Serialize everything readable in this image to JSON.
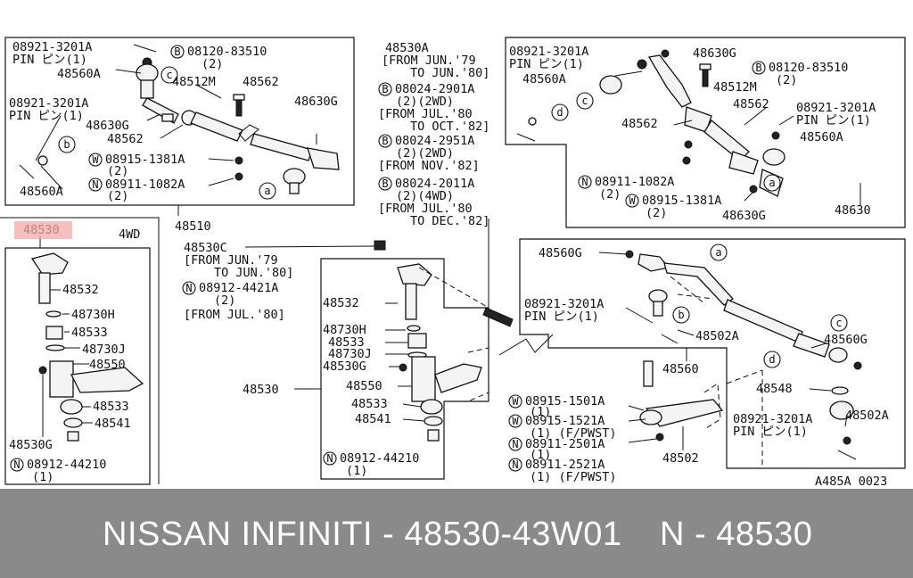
{
  "footer": {
    "left": "NISSAN INFINITI - 48530-43W01",
    "right": "N - 48530"
  },
  "highlight_part": "48530",
  "figure_code": "A485A 0023",
  "labels": {
    "tl_1": "08921-3201A",
    "tl_2": "PIN ピン(1)",
    "tl_3": "48560A",
    "tl_4": "08120-83510",
    "tl_5": "(2)",
    "tl_6": "48512M",
    "tl_7": "48562",
    "tl_8": "48630G",
    "tl_9": "08921-3201A",
    "tl_10": "PIN ピン(1)",
    "tl_11": "48630G",
    "tl_12": "48562",
    "tl_13": "08915-1381A",
    "tl_14": "(2)",
    "tl_15": "48560A",
    "tl_16": "08911-1082A",
    "tl_17": "(2)",
    "tl_box": "48510",
    "mid_1": "48530A",
    "mid_2": "[FROM JUN.'79",
    "mid_3": "TO JUN.'80]",
    "mid_4": "08024-2901A",
    "mid_5": "(2)(2WD)",
    "mid_6": "[FROM JUL.'80",
    "mid_7": "TO OCT.'82]",
    "mid_8": "08024-2951A",
    "mid_9": "(2)(2WD)",
    "mid_10": "[FROM NOV.'82]",
    "mid_11": "08024-2011A",
    "mid_12": "(2)(4WD)",
    "mid_13": "[FROM JUL.'80",
    "mid_14": "TO DEC.'82]",
    "mid_15": "48530C",
    "mid_16": "[FROM JUN.'79",
    "mid_17": "TO JUN.'80]",
    "mid_18": "08912-4421A",
    "mid_19": "(2)",
    "mid_20": "[FROM JUL.'80]",
    "tr_1": "08921-3201A",
    "tr_2": "PIN ピン(1)",
    "tr_3": "48560A",
    "tr_4": "48630G",
    "tr_5": "08120-83510",
    "tr_6": "(2)",
    "tr_7": "48512M",
    "tr_8": "48562",
    "tr_9": "48562",
    "tr_10": "08921-3201A",
    "tr_11": "PIN ピン(1)",
    "tr_12": "48560A",
    "tr_13": "08911-1082A",
    "tr_14": "(2)",
    "tr_15": "08915-1381A",
    "tr_16": "(2)",
    "tr_17": "48630G",
    "tr_box": "48630",
    "l_1": "48530",
    "l_2": "4WD",
    "l_3": "48532",
    "l_4": "48730H",
    "l_5": "48533",
    "l_6": "48730J",
    "l_7": "48550",
    "l_8": "48533",
    "l_9": "48541",
    "l_10": "48530G",
    "l_11": "08912-44210",
    "l_12": "(1)",
    "c_1": "48532",
    "c_2": "48730H",
    "c_3": "48533",
    "c_4": "48730J",
    "c_5": "48530G",
    "c_6": "48530",
    "c_7": "48550",
    "c_8": "48533",
    "c_9": "48541",
    "c_10": "08912-44210",
    "c_11": "(1)",
    "br_1": "48560G",
    "br_2": "08921-3201A",
    "br_3": "PIN ピン(1)",
    "br_4": "48502A",
    "br_5": "48560",
    "br_6": "48560G",
    "br_7": "48548",
    "br_8": "08915-1501A",
    "br_9": "(1)",
    "br_10": "08915-1521A",
    "br_11": "(1) (F/PWST)",
    "br_12": "08911-2501A",
    "br_13": "(1)",
    "br_14": "08911-2521A",
    "br_15": "(1) (F/PWST)",
    "br_16": "48502",
    "br_17": "08921-3201A",
    "br_18": "PIN ピン(1)",
    "br_19": "48502A"
  },
  "symbols": {
    "B": "B",
    "W": "W",
    "N": "N",
    "a": "a",
    "b": "b",
    "c": "c",
    "d": "d"
  }
}
